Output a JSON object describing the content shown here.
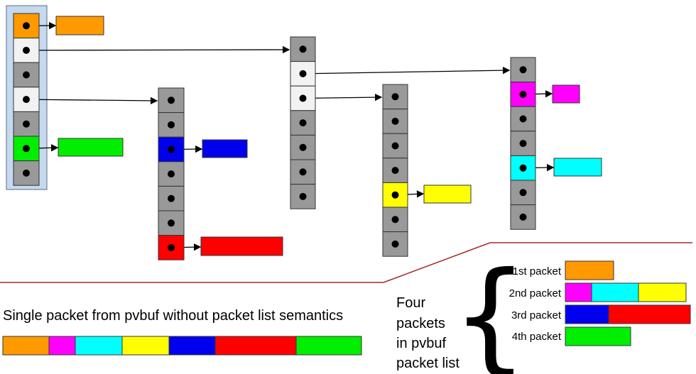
{
  "colors": {
    "orange": "#ff9900",
    "green": "#00ee00",
    "blue": "#0000ee",
    "red": "#ff0000",
    "yellow": "#ffff00",
    "magenta": "#ff00ff",
    "cyan": "#00ffff",
    "gray": "#999999",
    "white": "#f2f2f2",
    "frame": "#c5d9ef",
    "divider": "#a52a2a"
  },
  "pointer_arrays": [
    {
      "name": "root",
      "cells": [
        "orange",
        "white",
        "gray",
        "white",
        "gray",
        "green",
        "gray"
      ],
      "highlighted": true
    },
    {
      "name": "level-2a",
      "cells": [
        "gray",
        "gray",
        "blue",
        "gray",
        "gray",
        "gray",
        "red"
      ]
    },
    {
      "name": "level-2b",
      "cells": [
        "gray",
        "white",
        "white",
        "gray",
        "gray",
        "gray",
        "gray"
      ]
    },
    {
      "name": "level-3a",
      "cells": [
        "gray",
        "gray",
        "gray",
        "gray",
        "yellow",
        "gray",
        "gray"
      ]
    },
    {
      "name": "level-3b",
      "cells": [
        "gray",
        "magenta",
        "gray",
        "gray",
        "cyan",
        "gray",
        "gray"
      ]
    }
  ],
  "data_buffers": [
    "orange",
    "green",
    "blue",
    "red",
    "yellow",
    "magenta",
    "cyan"
  ],
  "single_packet": {
    "caption": "Single packet from pvbuf without packet list semantics",
    "segments": [
      "orange",
      "magenta",
      "cyan",
      "yellow",
      "blue",
      "red",
      "green"
    ]
  },
  "packet_list": {
    "caption_lines": [
      "Four",
      "packets",
      "in pvbuf",
      "packet list"
    ],
    "brace": "{",
    "packets": [
      {
        "label": "1st packet",
        "segments": [
          "orange"
        ]
      },
      {
        "label": "2nd packet",
        "segments": [
          "magenta",
          "cyan",
          "yellow"
        ]
      },
      {
        "label": "3rd packet",
        "segments": [
          "blue",
          "red"
        ]
      },
      {
        "label": "4th packet",
        "segments": [
          "green"
        ]
      }
    ]
  }
}
